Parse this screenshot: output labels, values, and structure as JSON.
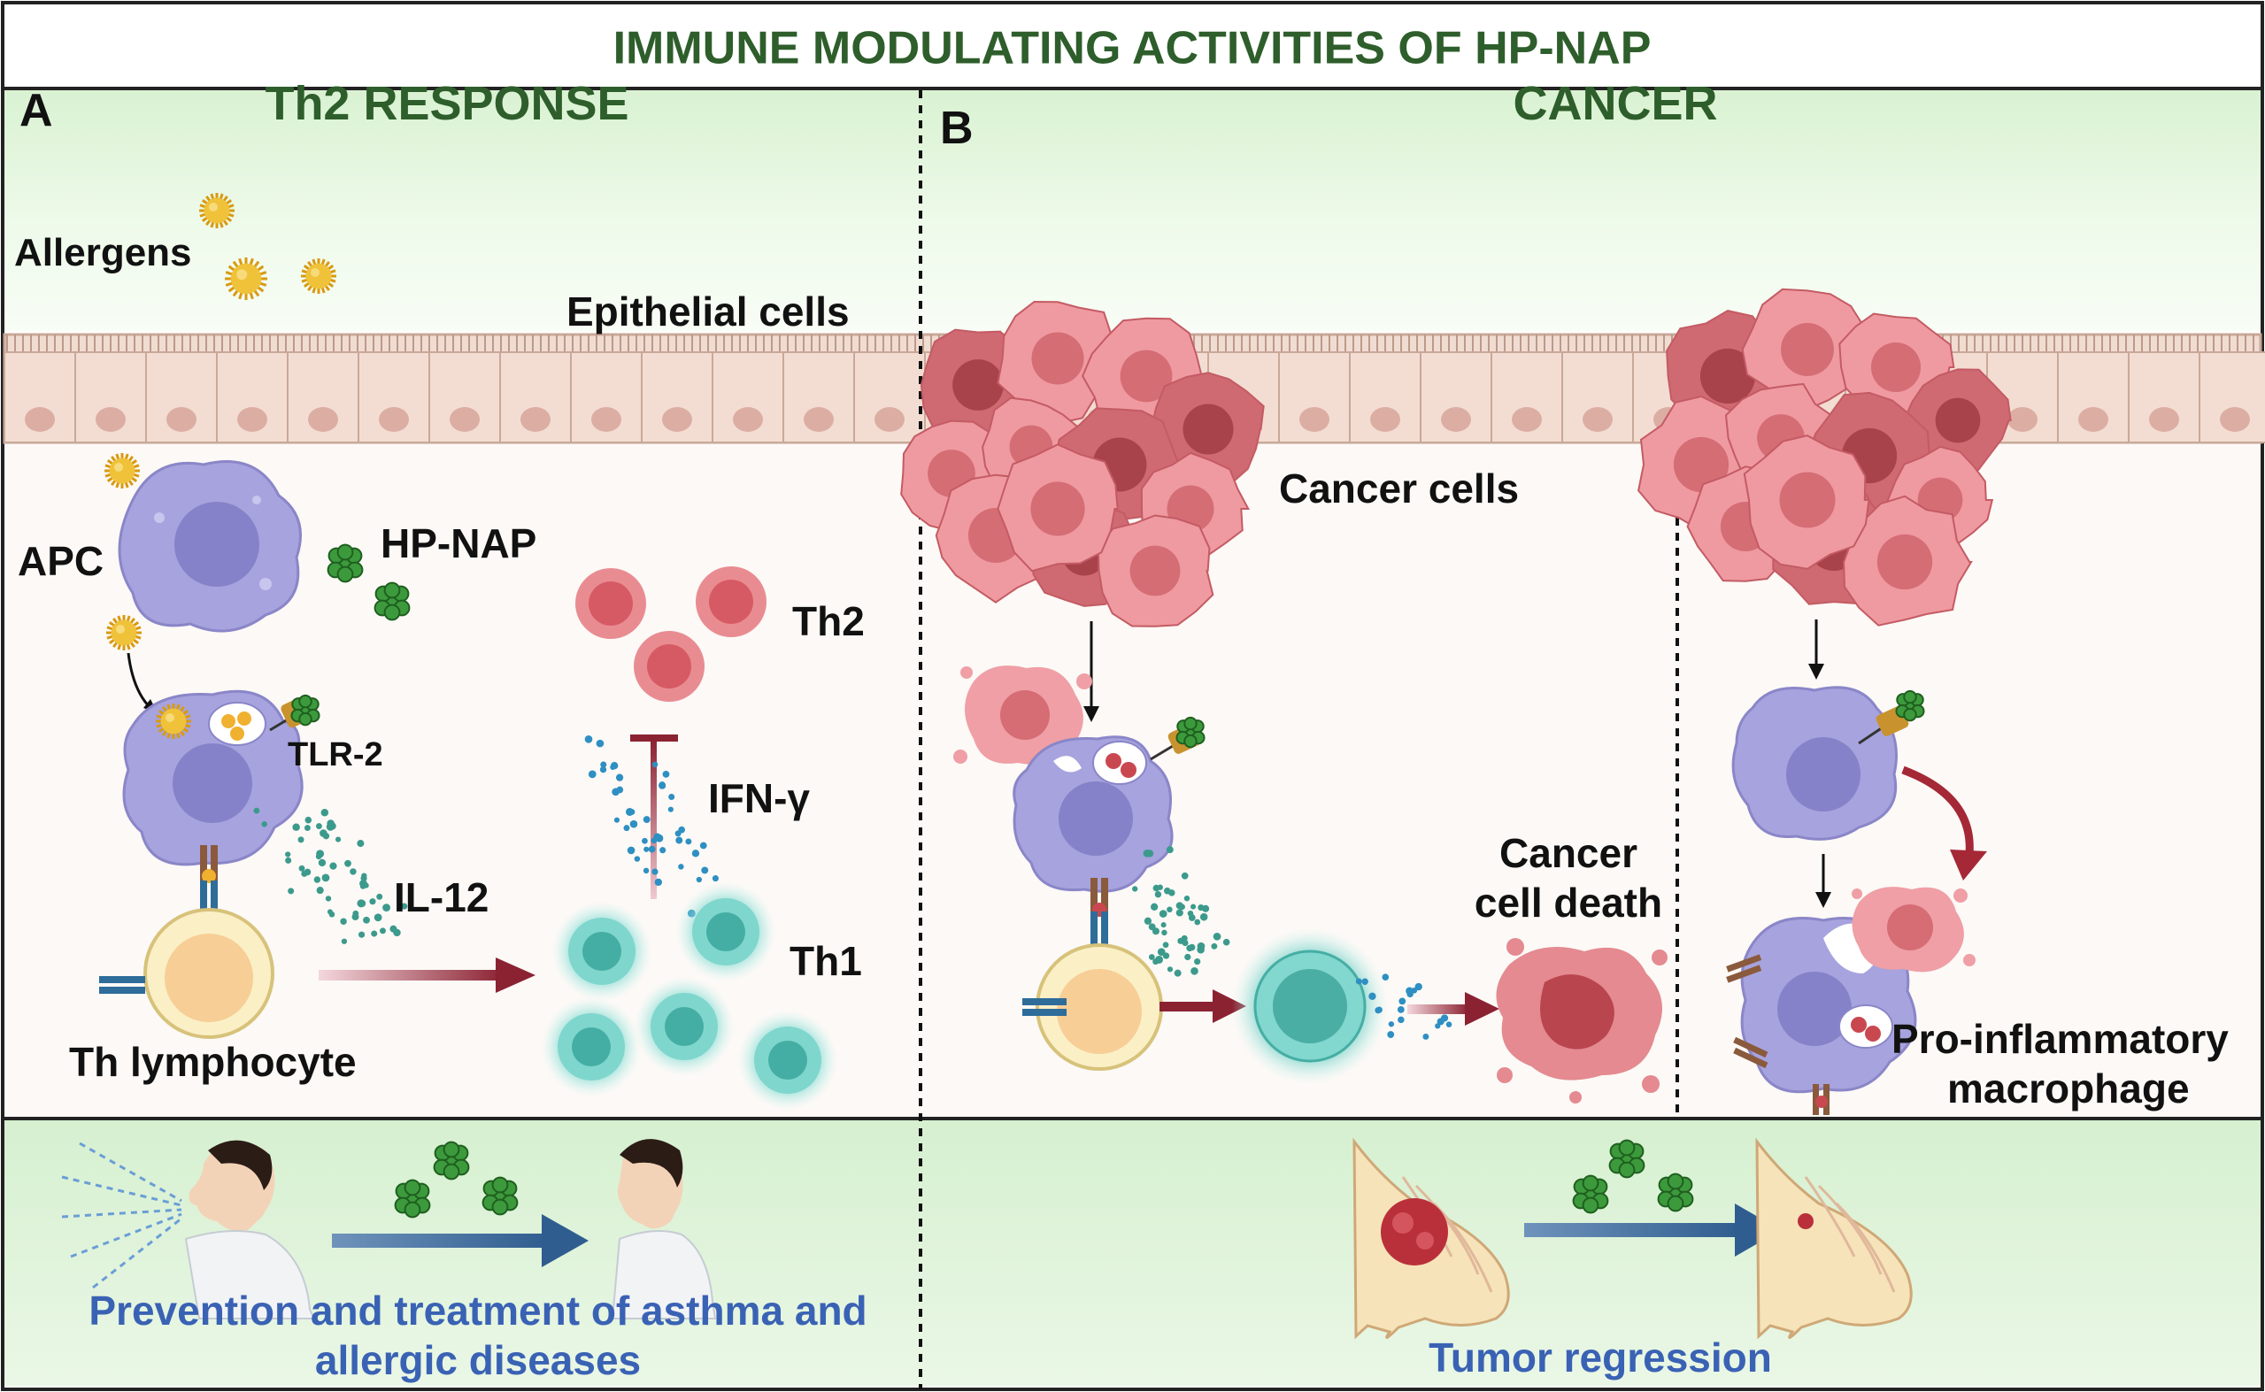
{
  "title": "IMMUNE MODULATING ACTIVITIES OF HP-NAP",
  "panel_a": {
    "letter": "A",
    "heading": "Th2 RESPONSE",
    "labels": {
      "allergens": "Allergens",
      "epithelial": "Epithelial cells",
      "apc": "APC",
      "hpnap": "HP-NAP",
      "tlr2": "TLR-2",
      "il12": "IL-12",
      "th_lymphocyte": "Th lymphocyte",
      "th2": "Th2",
      "ifn": "IFN-γ",
      "th1": "Th1"
    },
    "outcome_line1": "Prevention and treatment of asthma and",
    "outcome_line2": "allergic diseases"
  },
  "panel_b": {
    "letter": "B",
    "heading": "CANCER",
    "labels": {
      "cancer_cells": "Cancer cells",
      "cancer_death_1": "Cancer",
      "cancer_death_2": "cell death",
      "macrophage_1": "Pro-inflammatory",
      "macrophage_2": "macrophage"
    },
    "outcome": "Tumor regression"
  },
  "colors": {
    "heading_green": "#2e5e2b",
    "outcome_blue": "#3a62b4",
    "apc_purple": "#a7a3de",
    "hpnap_green": "#3c9a3c",
    "allergen_yellow": "#e9b320",
    "cancer_pink": "#e9888e",
    "th1_teal": "#5fc7bd",
    "th2_red": "#e36b72",
    "arrow_red": "#8b2232",
    "arrow_blue": "#2f5d8f"
  }
}
